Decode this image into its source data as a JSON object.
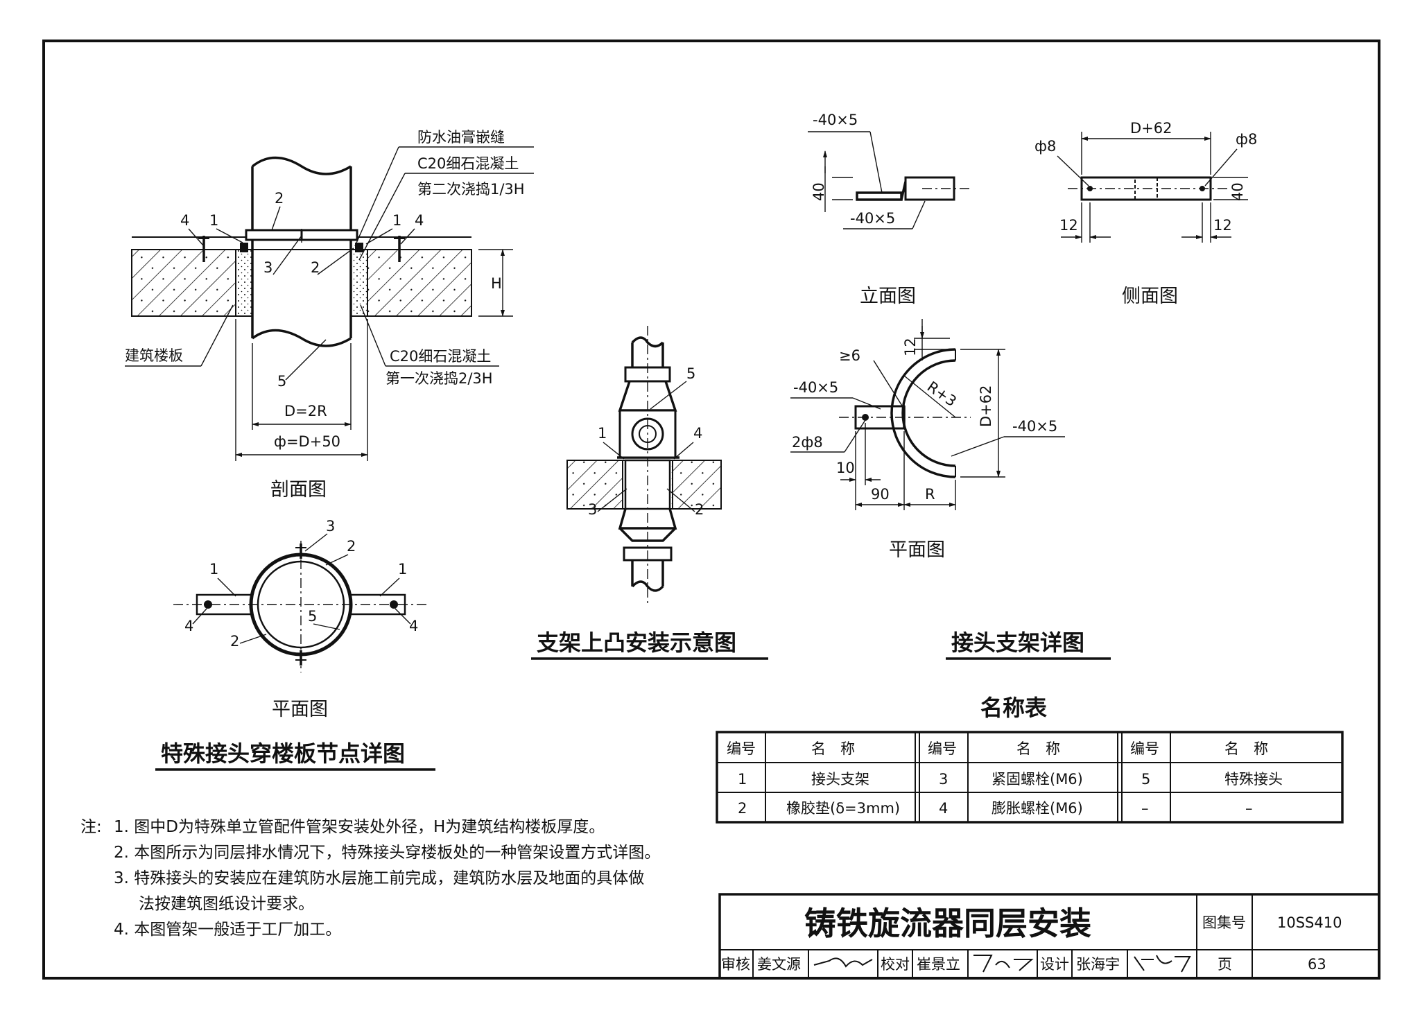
{
  "drawing": {
    "section_view": {
      "caption": "剖面图",
      "label_waterproof": "防水油膏嵌缝",
      "label_c20_top": "C20细石混凝土",
      "label_second_pour": "第二次浇捣1/3H",
      "label_c20_bottom": "C20细石混凝土",
      "label_first_pour": "第一次浇捣2/3H",
      "label_floor": "建筑楼板",
      "label_h": "H",
      "dim_d": "D=2R",
      "dim_phi": "ф=D+50",
      "callouts": [
        "1",
        "2",
        "3",
        "4",
        "5"
      ]
    },
    "plan_view": {
      "caption": "平面图",
      "callouts": [
        "1",
        "2",
        "3",
        "4",
        "5"
      ]
    },
    "left_title": "特殊接头穿楼板节点详图",
    "middle": {
      "title": "支架上凸安装示意图",
      "callouts": [
        "1",
        "2",
        "3",
        "4",
        "5"
      ]
    },
    "bracket_detail": {
      "title": "接头支架详图",
      "elevation": {
        "caption": "立面图",
        "dim_top": "-40×5",
        "dim_bottom": "-40×5",
        "dim_height": "40"
      },
      "side": {
        "caption": "侧面图",
        "dim_width": "D+62",
        "dim_hole_left": "ф8",
        "dim_hole_right": "ф8",
        "dim_height": "40",
        "dim_left": "12",
        "dim_right": "12"
      },
      "plan": {
        "caption": "平面图",
        "dim_weld": "≥6",
        "dim_12": "12",
        "dim_r": "R+3",
        "dim_strap_left": "-40×5",
        "dim_strap_right": "-40×5",
        "dim_height": "D+62",
        "dim_holes": "2ф8",
        "dim_10": "10",
        "dim_90": "90",
        "dim_R": "R"
      }
    }
  },
  "name_table": {
    "title": "名称表",
    "headers": [
      "编号",
      "名　称",
      "编号",
      "名　称",
      "编号",
      "名　称"
    ],
    "rows": [
      [
        "1",
        "接头支架",
        "3",
        "紧固螺栓(M6)",
        "5",
        "特殊接头"
      ],
      [
        "2",
        "橡胶垫(δ=3mm)",
        "4",
        "膨胀螺栓(M6)",
        "–",
        "–"
      ]
    ]
  },
  "notes": {
    "prefix": "注:",
    "items": [
      "1. 图中D为特殊单立管配件管架安装处外径，H为建筑结构楼板厚度。",
      "2. 本图所示为同层排水情况下，特殊接头穿楼板处的一种管架设置方式详图。",
      "3. 特殊接头的安装应在建筑防水层施工前完成，建筑防水层及地面的具体做",
      "法按建筑图纸设计要求。",
      "4. 本图管架一般适于工厂加工。"
    ]
  },
  "title_block": {
    "title": "铸铁旋流器同层安装",
    "atlas_label": "图集号",
    "atlas_no": "10SS410",
    "review_label": "审核",
    "reviewer": "姜文源",
    "check_label": "校对",
    "checker": "崔景立",
    "design_label": "设计",
    "designer": "张海宇",
    "page_label": "页",
    "page_no": "63"
  }
}
